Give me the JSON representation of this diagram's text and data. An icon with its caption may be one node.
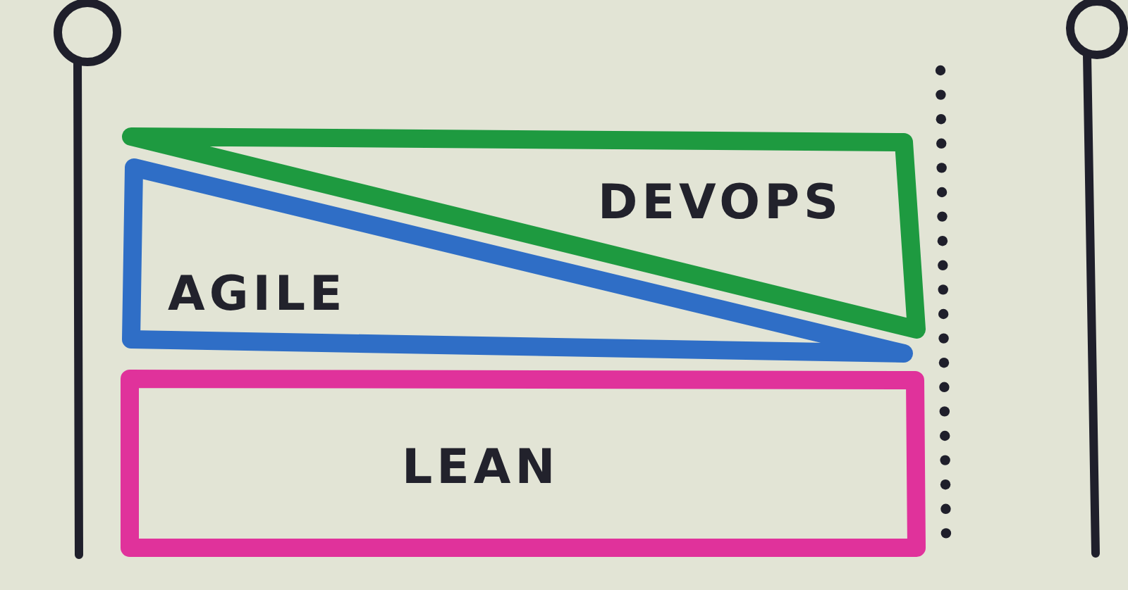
{
  "diagram": {
    "nodes": [
      {
        "text": [
          "DEVOPS"
        ]
      },
      {
        "text": [
          "AGILE"
        ]
      },
      {
        "text": [
          "LEAN"
        ]
      }
    ]
  }
}
